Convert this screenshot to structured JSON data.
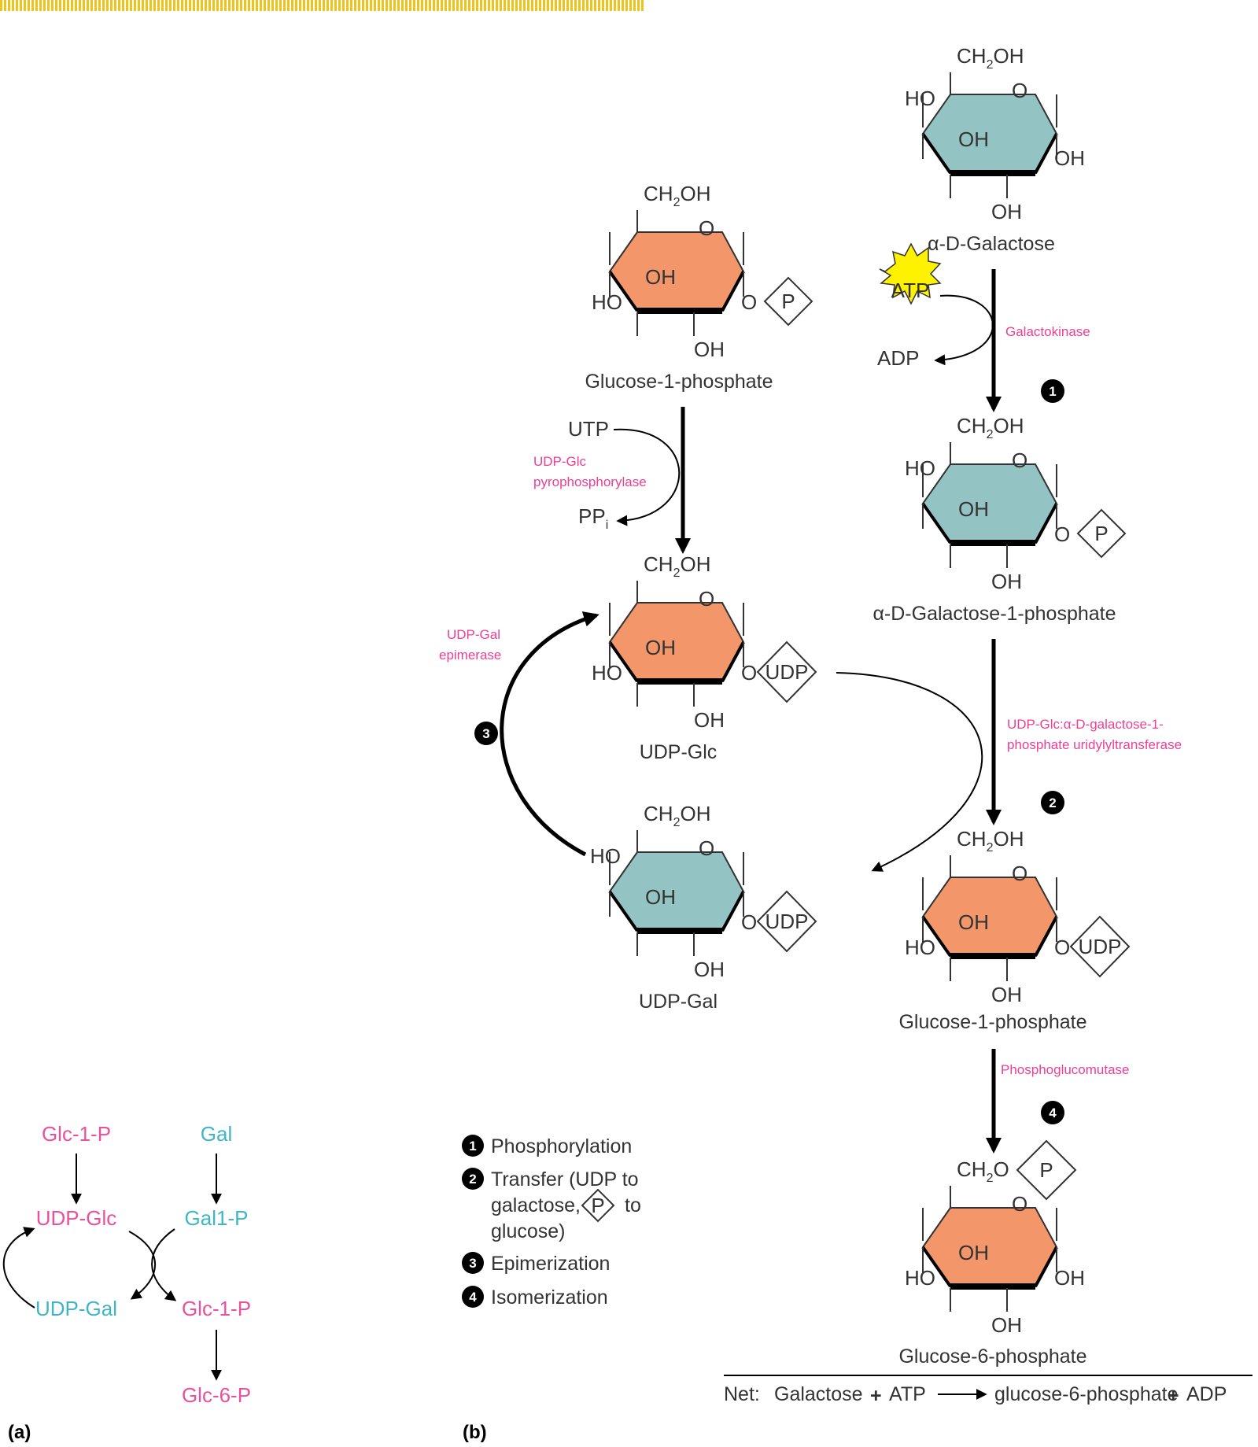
{
  "colors": {
    "glucose_ring": "#f3976b",
    "galactose_ring": "#93c4c3",
    "enzyme_text": "#ec3f95",
    "overview_pink": "#ec4f9c",
    "overview_cyan": "#3fb6c6",
    "atp_burst": "#fff200"
  },
  "panels": {
    "a": "(a)",
    "b": "(b)"
  },
  "ring": {
    "oxygen": "O",
    "hydroxyl": "OH",
    "ho": "HO",
    "ch2": "CH",
    "ch2_sub": "2",
    "ch2_oh": "OH",
    "ch2_o": "O"
  },
  "molecules": {
    "galactose": "α-D-Galactose",
    "galactose_1p": "α-D-Galactose-1-phosphate",
    "glucose_1p_top": "Glucose-1-phosphate",
    "udp_glc": "UDP-Glc",
    "udp_gal": "UDP-Gal",
    "glucose_1p_bottom": "Glucose-1-phosphate",
    "glucose_6p": "Glucose-6-phosphate"
  },
  "groups": {
    "phosphate": "P",
    "udp": "UDP"
  },
  "cofactors": {
    "atp": "ATP",
    "adp": "ADP",
    "utp": "UTP",
    "pp": "PP",
    "pp_sub": "i"
  },
  "enzymes": {
    "galactokinase": "Galactokinase",
    "udp_glc_pyro_1": "UDP-Glc",
    "udp_glc_pyro_2": "pyrophosphorylase",
    "epimerase_1": "UDP-Gal",
    "epimerase_2": "epimerase",
    "transferase_1": "UDP-Glc:α-D-galactose-1-",
    "transferase_2": "phosphate uridylyltransferase",
    "phosphoglucomutase": "Phosphoglucomutase"
  },
  "steps": [
    "1",
    "2",
    "3",
    "4"
  ],
  "legend": {
    "step1": "Phosphorylation",
    "step2_line1": "Transfer (UDP to",
    "step2_line2a": "galactose,",
    "step2_line2b": "to",
    "step2_line3": "glucose)",
    "step3": "Epimerization",
    "step4": "Isomerization"
  },
  "net": {
    "label": "Net:",
    "galactose": "Galactose",
    "atp": "ATP",
    "g6p": "glucose-6-phosphate",
    "adp": "ADP",
    "plus": "+"
  },
  "overview": {
    "glc1p_top": "Glc-1-P",
    "gal": "Gal",
    "udp_glc": "UDP-Glc",
    "gal1p": "Gal1-P",
    "udp_gal": "UDP-Gal",
    "glc1p_bottom": "Glc-1-P",
    "glc6p": "Glc-6-P"
  }
}
